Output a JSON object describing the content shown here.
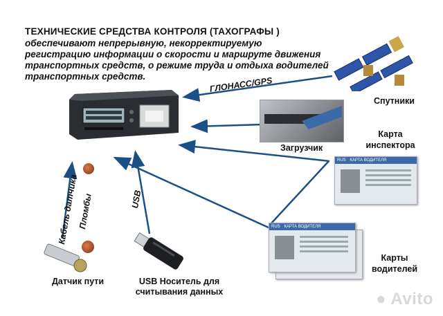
{
  "heading": "ТЕХНИЧЕСКИЕ СРЕДСТВА КОНТРОЛЯ (ТАХОГРАФЫ )",
  "description": "обеспечивают непрерывную, некорректируемую регистрацию информации о скорости и маршруте движения транспортных средств, о режиме труда и отдыха водителей транспортных средств.",
  "labels": {
    "glonass": "ГЛОНАСС/GPS",
    "satellites": "Спутники",
    "loader": "Загрузчик",
    "inspector_card_l1": "Карта",
    "inspector_card_l2": "инспектора",
    "driver_cards_l1": "Карты",
    "driver_cards_l2": "водителей",
    "sensor_cable": "Кабель датчика",
    "seals": "Пломбы",
    "usb": "USB",
    "path_sensor": "Датчик пути",
    "usb_media_l1": "USB Носитель для",
    "usb_media_l2": "считывания данных"
  },
  "card": {
    "country": "RUS",
    "title": "КАРТА ВОДИТЕЛЯ"
  },
  "watermark": "Avito",
  "colors": {
    "arrow": "#1c4f86",
    "card_blue": "#3b6aa8",
    "tacho_body": "#2a2d31"
  }
}
